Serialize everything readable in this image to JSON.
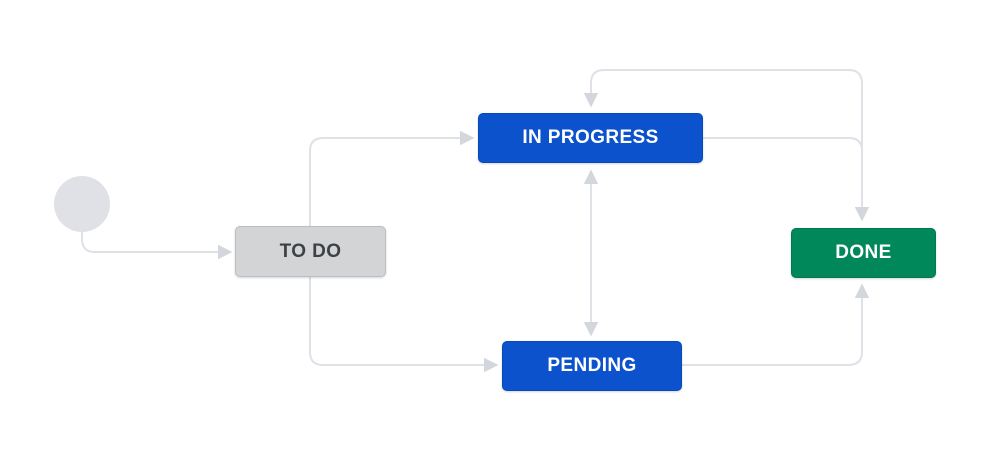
{
  "diagram": {
    "background_color": "#ffffff",
    "line_color": "#dfe1e6",
    "arrowhead_color": "#d3d7dd",
    "start_node": {
      "name": "start",
      "color": "#dfe1e6"
    },
    "statuses": [
      {
        "id": "todo",
        "label": "TO DO",
        "color": "#d2d4d6",
        "text_color": "#3e4145"
      },
      {
        "id": "in-progress",
        "label": "IN PROGRESS",
        "color": "#0b52cc",
        "text_color": "#ffffff"
      },
      {
        "id": "pending",
        "label": "PENDING",
        "color": "#0b52cc",
        "text_color": "#ffffff"
      },
      {
        "id": "done",
        "label": "DONE",
        "color": "#00875a",
        "text_color": "#ffffff"
      }
    ],
    "transitions": [
      {
        "from": "start",
        "to": "todo",
        "bidirectional": false
      },
      {
        "from": "todo",
        "to": "in-progress",
        "bidirectional": false
      },
      {
        "from": "todo",
        "to": "pending",
        "bidirectional": false
      },
      {
        "from": "in-progress",
        "to": "pending",
        "bidirectional": true
      },
      {
        "from": "in-progress",
        "to": "done",
        "bidirectional": false
      },
      {
        "from": "done",
        "to": "in-progress",
        "bidirectional": false
      },
      {
        "from": "pending",
        "to": "done",
        "bidirectional": false
      }
    ]
  }
}
